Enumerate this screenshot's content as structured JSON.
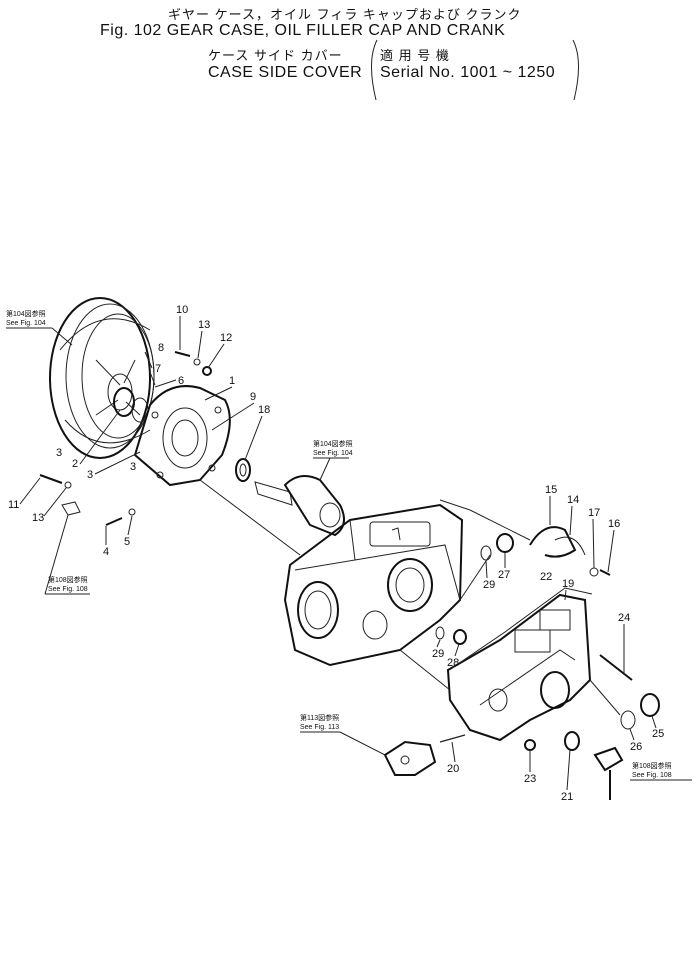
{
  "title": {
    "line1_jp": "ギヤー ケース，オイル フィラ キャップおよび クランク",
    "line2_en": "Fig. 102 GEAR CASE, OIL FILLER CAP AND CRANK",
    "line3_jp": "ケース サイド カバー",
    "line3_jp_paren": "適 用 号 機",
    "line4_en": "CASE SIDE COVER",
    "line4_serial": "Serial  No. 1001 ~ 1250"
  },
  "refs": {
    "r104a_jp": "第104図参照",
    "r104a_en": "See Fig. 104",
    "r104b_jp": "第104図参照",
    "r104b_en": "See Fig. 104",
    "r108a_jp": "第108図参照",
    "r108a_en": "See Fig. 108",
    "r113_jp": "第113図参照",
    "r113_en": "See Fig. 113",
    "r108b_jp": "第108図参照",
    "r108b_en": "See Fig. 108"
  },
  "parts": {
    "p1": "1",
    "p2": "2",
    "p3a": "3",
    "p3b": "3",
    "p3c": "3",
    "p4": "4",
    "p5": "5",
    "p6": "6",
    "p7": "7",
    "p8": "8",
    "p9": "9",
    "p10": "10",
    "p11": "11",
    "p12": "12",
    "p13a": "13",
    "p13b": "13",
    "p14": "14",
    "p15": "15",
    "p16": "16",
    "p17": "17",
    "p18": "18",
    "p19": "19",
    "p20": "20",
    "p21": "21",
    "p22": "22",
    "p23": "23",
    "p24": "24",
    "p25": "25",
    "p26": "26",
    "p27": "27",
    "p28": "28",
    "p29a": "29",
    "p29b": "29"
  }
}
